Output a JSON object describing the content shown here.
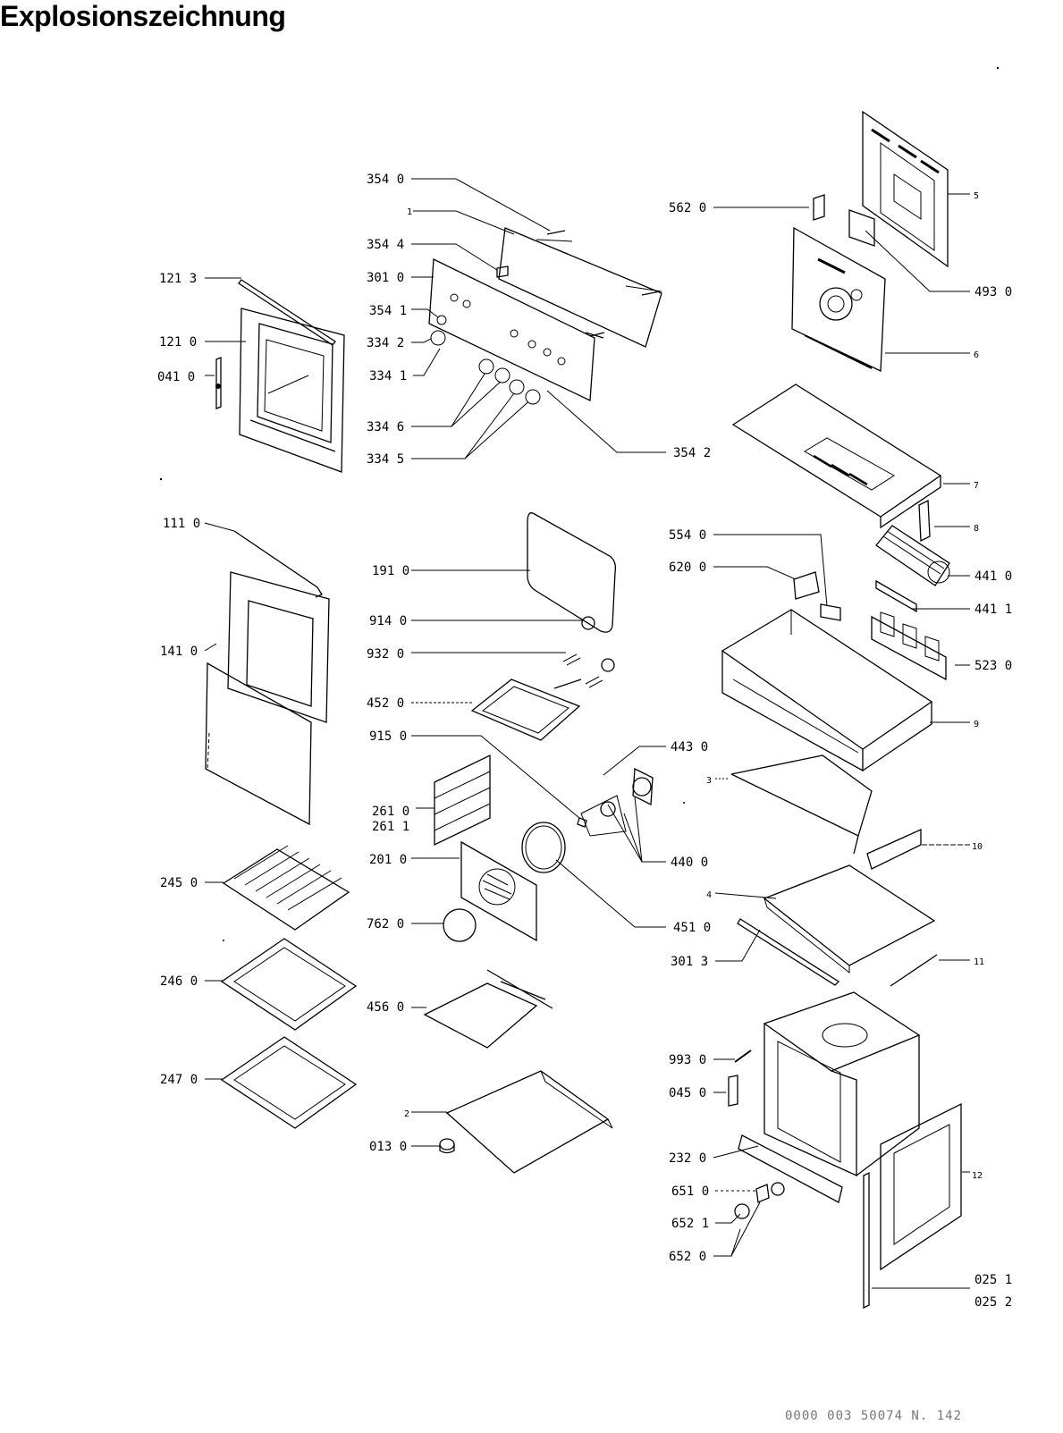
{
  "title": "Explosionszeichnung",
  "footer": "0000 003 50074   N. 142",
  "labels": {
    "l_354_0": "354 0",
    "l_1": "1",
    "l_354_4": "354 4",
    "l_301_0": "301 0",
    "l_354_1": "354 1",
    "l_334_2": "334 2",
    "l_334_1": "334 1",
    "l_334_6": "334 6",
    "l_334_5": "334 5",
    "l_354_2": "354 2",
    "l_121_3": "121 3",
    "l_121_0": "121 0",
    "l_041_0": "041 0",
    "l_111_0": "111 0",
    "l_141_0": "141 0",
    "l_245_0": "245 0",
    "l_246_0": "246 0",
    "l_247_0": "247 0",
    "l_191_0": "191 0",
    "l_914_0": "914 0",
    "l_932_0": "932 0",
    "l_452_0": "452 0",
    "l_915_0": "915 0",
    "l_261_0": "261 0",
    "l_261_1": "261 1",
    "l_201_0": "201 0",
    "l_762_0": "762 0",
    "l_456_0": "456 0",
    "l_2": "2",
    "l_013_0": "013 0",
    "l_562_0": "562 0",
    "l_5": "5",
    "l_493_0": "493 0",
    "l_6": "6",
    "l_7": "7",
    "l_8": "8",
    "l_554_0": "554 0",
    "l_620_0": "620 0",
    "l_441_0": "441 0",
    "l_441_1": "441 1",
    "l_523_0": "523 0",
    "l_9": "9",
    "l_443_0": "443 0",
    "l_440_0": "440 0",
    "l_451_0": "451 0",
    "l_3": "3",
    "l_10": "10",
    "l_4": "4",
    "l_301_3": "301 3",
    "l_11": "11",
    "l_993_0": "993 0",
    "l_045_0": "045 0",
    "l_232_0": "232 0",
    "l_651_0": "651 0",
    "l_652_1": "652 1",
    "l_652_0": "652 0",
    "l_12": "12",
    "l_025_1": "025 1",
    "l_025_2": "025 2"
  }
}
